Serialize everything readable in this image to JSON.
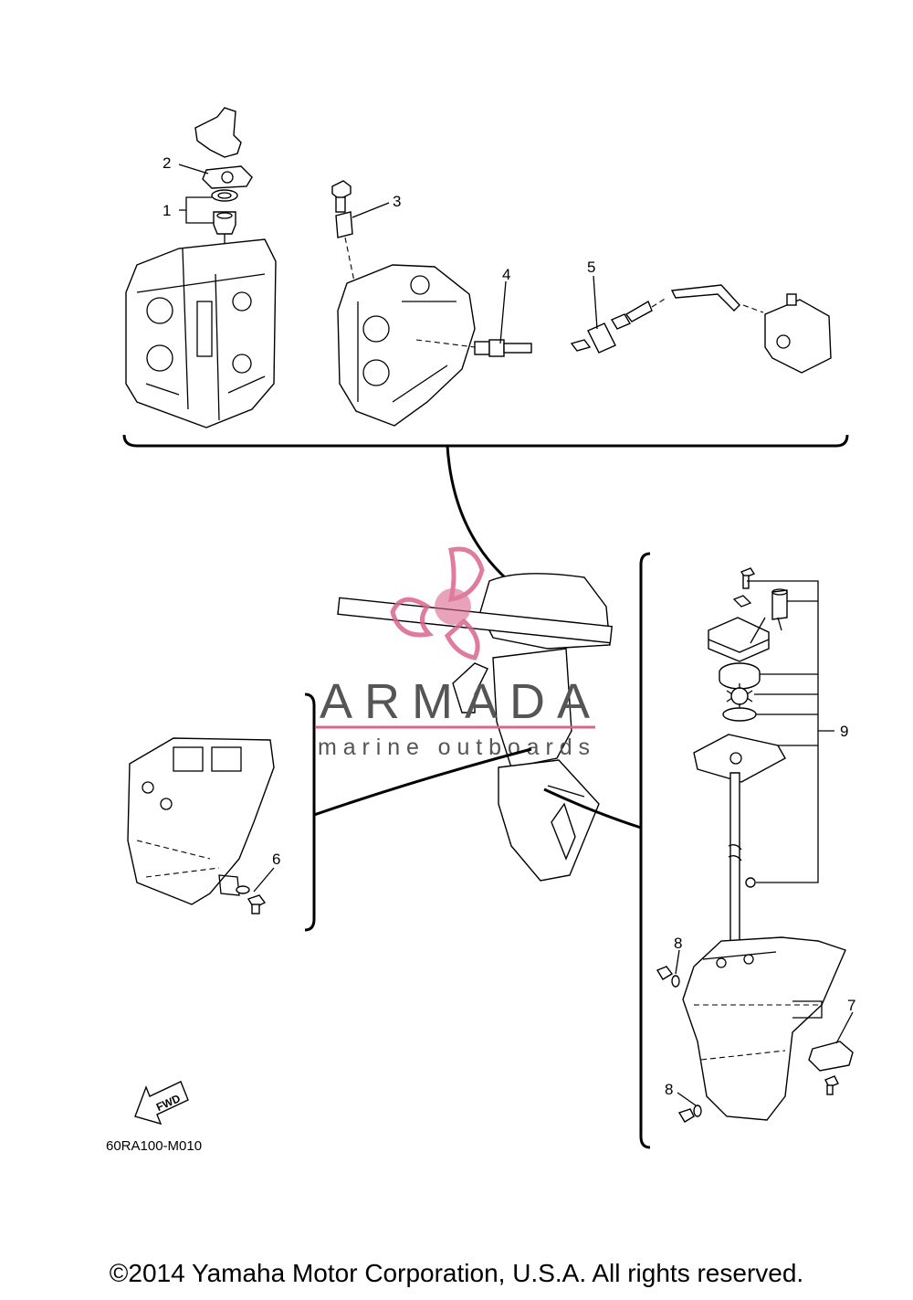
{
  "callouts": {
    "c1": "1",
    "c2": "2",
    "c3": "3",
    "c4": "4",
    "c5": "5",
    "c6": "6",
    "c7": "7",
    "c8a": "8",
    "c8b": "8",
    "c9": "9"
  },
  "watermark": {
    "title": "ARMADA",
    "subtitle": "marine outboards",
    "accent_color": "#d9658f",
    "text_color": "#555555"
  },
  "fwd_label": "FWD",
  "diagram_code": "60RA100-M010",
  "copyright": "©2014 Yamaha Motor Corporation, U.S.A. All rights reserved.",
  "icons": [
    "fwd-arrow-icon",
    "propeller-logo-icon"
  ]
}
